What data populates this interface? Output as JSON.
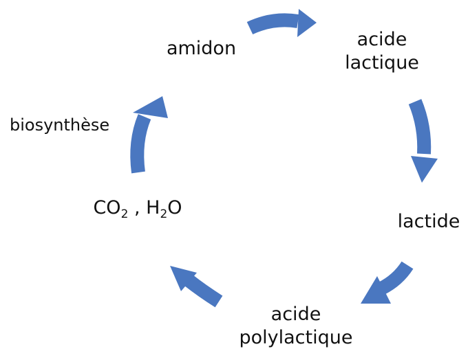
{
  "diagram": {
    "arrow_color": "#4a77c0",
    "text_color": "#111111",
    "nodes": {
      "amidon": {
        "text": "amidon"
      },
      "acide_lactique": {
        "line1": "acide",
        "line2": "lactique"
      },
      "lactide": {
        "text": "lactide"
      },
      "acide_polylactique": {
        "line1": "acide",
        "line2": "polylactique"
      },
      "co2_h2o": {
        "part1": "CO",
        "sub1": "2",
        "separator": " , H",
        "sub2": "2",
        "part2": "O"
      }
    },
    "annotations": {
      "biosynthese": "biosynthèse"
    }
  }
}
